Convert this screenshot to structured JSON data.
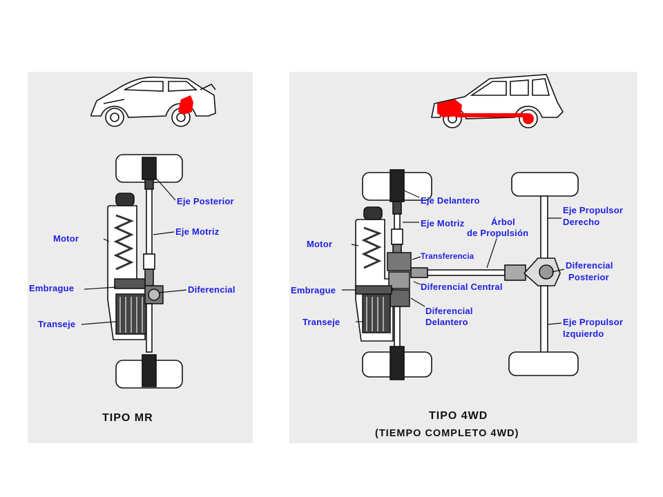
{
  "mr": {
    "labels": {
      "eje_posterior": "Eje Posterior",
      "motor": "Motor",
      "eje_motriz": "Eje Motriz",
      "embrague": "Embrague",
      "diferencial": "Diferencial",
      "transeje": "Transeje"
    },
    "caption": "TIPO MR"
  },
  "fwd": {
    "labels": {
      "eje_delantero": "Eje Delantero",
      "eje_motriz": "Eje Motriz",
      "arbol_1": "Árbol",
      "arbol_2": "de Propulsión",
      "motor": "Motor",
      "transferencia": "Transferencia",
      "embrague": "Embrague",
      "diferencial_central": "Diferencial Central",
      "diferencial_delantero_1": "Diferencial",
      "diferencial_delantero_2": "Delantero",
      "transeje": "Transeje",
      "eje_propulsor_derecho_1": "Eje Propulsor",
      "eje_propulsor_derecho_2": "Derecho",
      "diferencial_posterior_1": "Diferencial",
      "diferencial_posterior_2": "Posterior",
      "eje_propulsor_izquierdo_1": "Eje Propulsor",
      "eje_propulsor_izquierdo_2": "Izquierdo"
    },
    "caption": "TIPO 4WD",
    "subcaption": "(TIEMPO COMPLETO 4WD)"
  },
  "colors": {
    "label": "#1f1fe0",
    "highlight": "#ff0000",
    "panel": "#ececec",
    "ink": "#111111"
  }
}
